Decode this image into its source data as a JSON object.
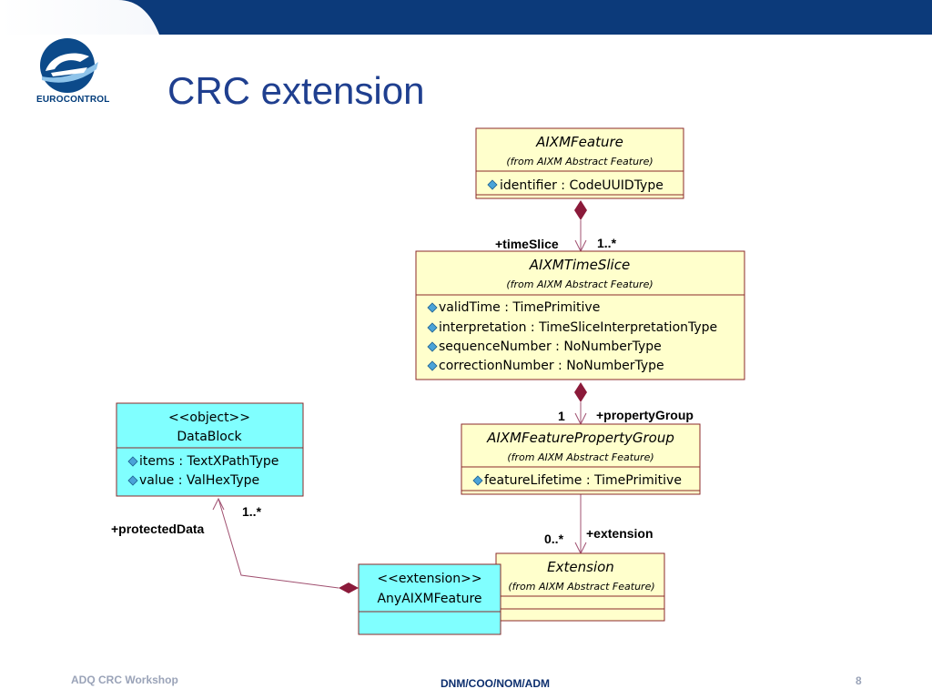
{
  "header": {
    "logo_text": "EUROCONTROL",
    "title": "CRC extension"
  },
  "footer": {
    "left": "ADQ CRC Workshop",
    "center": "DNM/COO/NOM/ADM",
    "page": "8"
  },
  "colors": {
    "bar": "#0c3a7a",
    "class_fill": "#ffffcc",
    "class_border": "#8b2a2a",
    "cyan_fill": "#80ffff",
    "composition": "#8b1a3a",
    "attr_icon": "#4aa3d8"
  },
  "classes": {
    "aixm_feature": {
      "name": "AIXMFeature",
      "from": "(from AIXM Abstract Feature)",
      "attributes": [
        "identifier : CodeUUIDType"
      ]
    },
    "aixm_timeslice": {
      "name": "AIXMTimeSlice",
      "from": "(from AIXM Abstract Feature)",
      "attributes": [
        "validTime : TimePrimitive",
        "interpretation : TimeSliceInterpretationType",
        "sequenceNumber : NoNumberType",
        "correctionNumber : NoNumberType"
      ]
    },
    "aixm_property_group": {
      "name": "AIXMFeaturePropertyGroup",
      "from": "(from AIXM Abstract Feature)",
      "attributes": [
        "featureLifetime : TimePrimitive"
      ]
    },
    "extension": {
      "name": "Extension",
      "from": "(from AIXM Abstract Feature)"
    },
    "datablock": {
      "stereotype": "<<object>>",
      "name": "DataBlock",
      "attributes": [
        "items : TextXPathType",
        "value : ValHexType"
      ]
    },
    "any_aixm_feature": {
      "stereotype": "<<extension>>",
      "name": "AnyAIXMFeature"
    }
  },
  "associations": {
    "timeslice_role": "+timeSlice",
    "timeslice_mult": "1..*",
    "property_group_mult": "1",
    "property_group_role": "+propertyGroup",
    "extension_mult": "0..*",
    "extension_role": "+extension",
    "protected_mult": "1..*",
    "protected_role": "+protectedData"
  }
}
